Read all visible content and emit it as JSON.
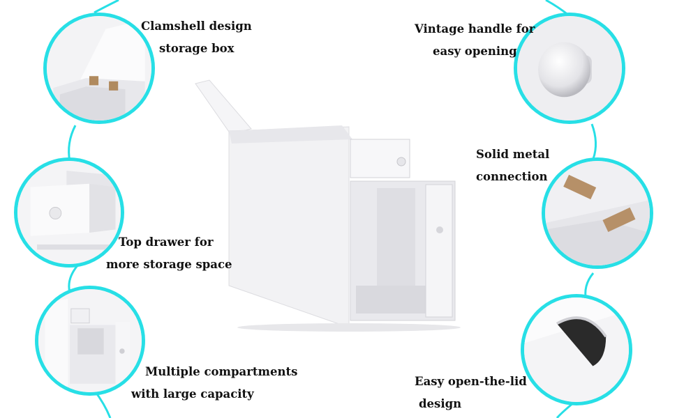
{
  "colors": {
    "ring": "#27dfe6",
    "cabinet": "#efeff1",
    "shadow": "#d6d6da",
    "text": "#111111"
  },
  "callouts": {
    "clamshell": {
      "line1": "Clamshell design",
      "line2": "storage box"
    },
    "handle": {
      "line1": "Vintage handle for",
      "line2": "easy opening"
    },
    "metal": {
      "line1": "Solid metal",
      "line2": "connection"
    },
    "drawer": {
      "line1": "Top drawer for",
      "line2": "more storage space"
    },
    "compartments": {
      "line1": "Multiple compartments",
      "line2": "with large capacity"
    },
    "lid": {
      "line1": "Easy open-the-lid",
      "line2": "design"
    }
  },
  "icons": [
    "clamshell-box-icon",
    "knob-handle-icon",
    "metal-hinge-icon",
    "drawer-icon",
    "compartments-icon",
    "lid-hole-icon"
  ]
}
